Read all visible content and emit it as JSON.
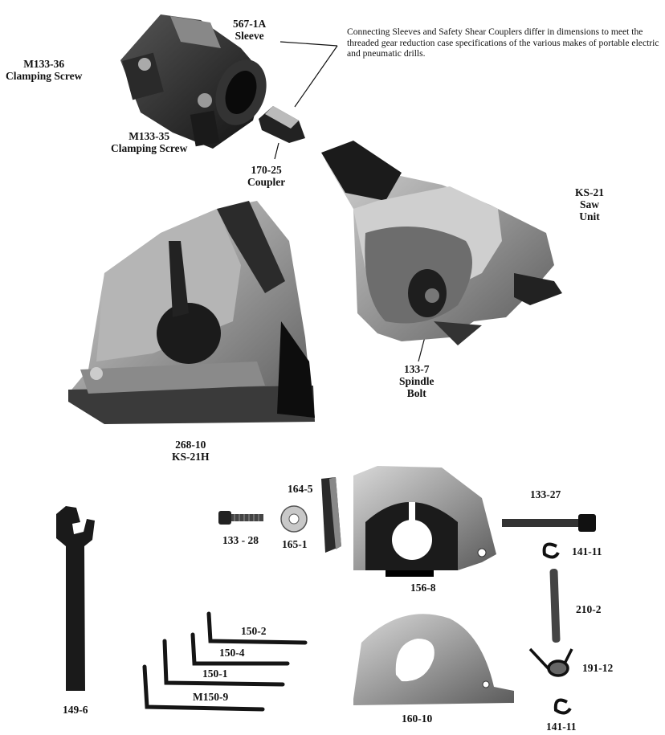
{
  "note": "Connecting Sleeves and Safety Shear Couplers differ in dimensions to meet the threaded gear reduction case specifications of the various makes of portable electric and pneumatic drills.",
  "labels": {
    "sleeve": {
      "part": "567-1A",
      "desc": "Sleeve"
    },
    "screw36": {
      "part": "M133-36",
      "desc": "Clamping Screw"
    },
    "screw35": {
      "part": "M133-35",
      "desc": "Clamping Screw"
    },
    "coupler": {
      "part": "170-25",
      "desc": "Coupler"
    },
    "saw": {
      "part": "KS-21",
      "desc1": "Saw",
      "desc2": "Unit"
    },
    "spindle": {
      "part": "133-7",
      "desc1": "Spindle",
      "desc2": "Bolt"
    },
    "ks21h": {
      "part": "268-10",
      "desc": "KS-21H"
    },
    "p164": "164-5",
    "p165": "165-1",
    "p133_28": "133 - 28",
    "p156": "156-8",
    "p133_27": "133-27",
    "p141a": "141-11",
    "p210": "210-2",
    "p191": "191-12",
    "p141b": "141-11",
    "p160": "160-10",
    "p149": "149-6",
    "p150_2": "150-2",
    "p150_4": "150-4",
    "p150_1": "150-1",
    "pM150": "M150-9"
  }
}
